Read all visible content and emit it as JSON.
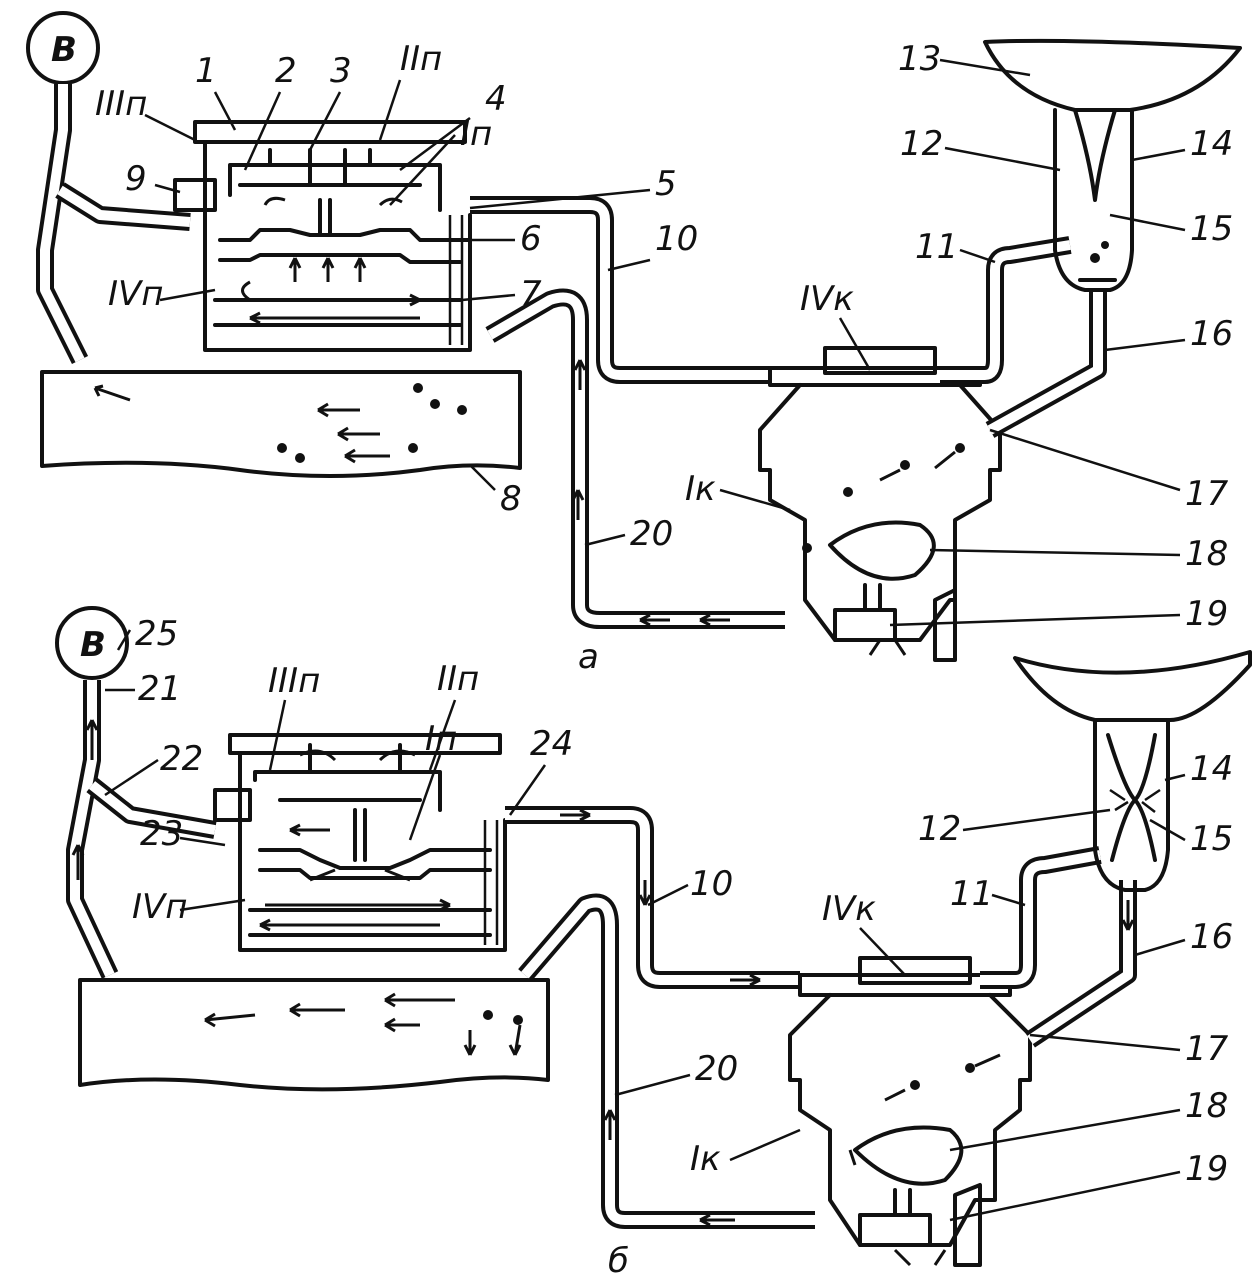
{
  "labels_a": {
    "gauge": "B",
    "n1": "1",
    "n2": "2",
    "n3": "3",
    "n4": "4",
    "n5": "5",
    "n6": "6",
    "n7": "7",
    "n8": "8",
    "n9": "9",
    "n10": "10",
    "n11": "11",
    "n12": "12",
    "n13": "13",
    "n14": "14",
    "n15": "15",
    "n16": "16",
    "n17": "17",
    "n18": "18",
    "n19": "19",
    "n20": "20",
    "c1p": "Iп",
    "c2p": "IIп",
    "c3p": "IIIп",
    "c4p": "IVп",
    "c1k": "Iк",
    "c4k": "IVк",
    "caption": "а"
  },
  "labels_b": {
    "gauge": "B",
    "n10": "10",
    "n11": "11",
    "n12": "12",
    "n14": "14",
    "n15": "15",
    "n16": "16",
    "n17": "17",
    "n18": "18",
    "n19": "19",
    "n20": "20",
    "n21": "21",
    "n22": "22",
    "n23": "23",
    "n24": "24",
    "n25": "25",
    "c1p": "Iп",
    "c2p": "IIп",
    "c3p": "IIIп",
    "c4p": "IVп",
    "c1k": "Iк",
    "c4k": "IVк",
    "caption": "б"
  }
}
